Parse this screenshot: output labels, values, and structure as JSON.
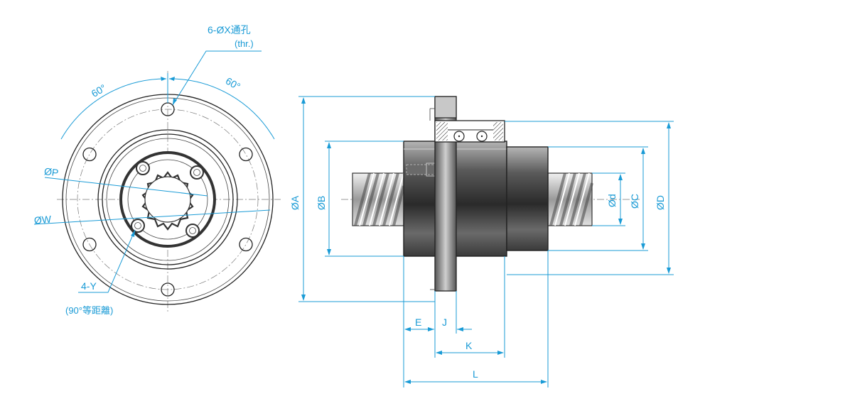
{
  "labels": {
    "holes": "6-ØX通孔",
    "holes_thr": "(thr.)",
    "angle_left": "60°",
    "angle_right": "60°",
    "dia_p": "ØP",
    "dia_w": "ØW",
    "tapped": "4-Y",
    "tapped_note": "(90°等距離)",
    "dia_a": "ØA",
    "dia_b": "ØB",
    "dia_c": "ØC",
    "dia_d_small": "Ød",
    "dia_d_large": "ØD",
    "len_e": "E",
    "len_j": "J",
    "len_k": "K",
    "len_l": "L"
  },
  "colors": {
    "dimension": "#1a9bd6",
    "outline": "#222222",
    "body": "#3a3a3a",
    "screw": "#bdbdbd"
  }
}
